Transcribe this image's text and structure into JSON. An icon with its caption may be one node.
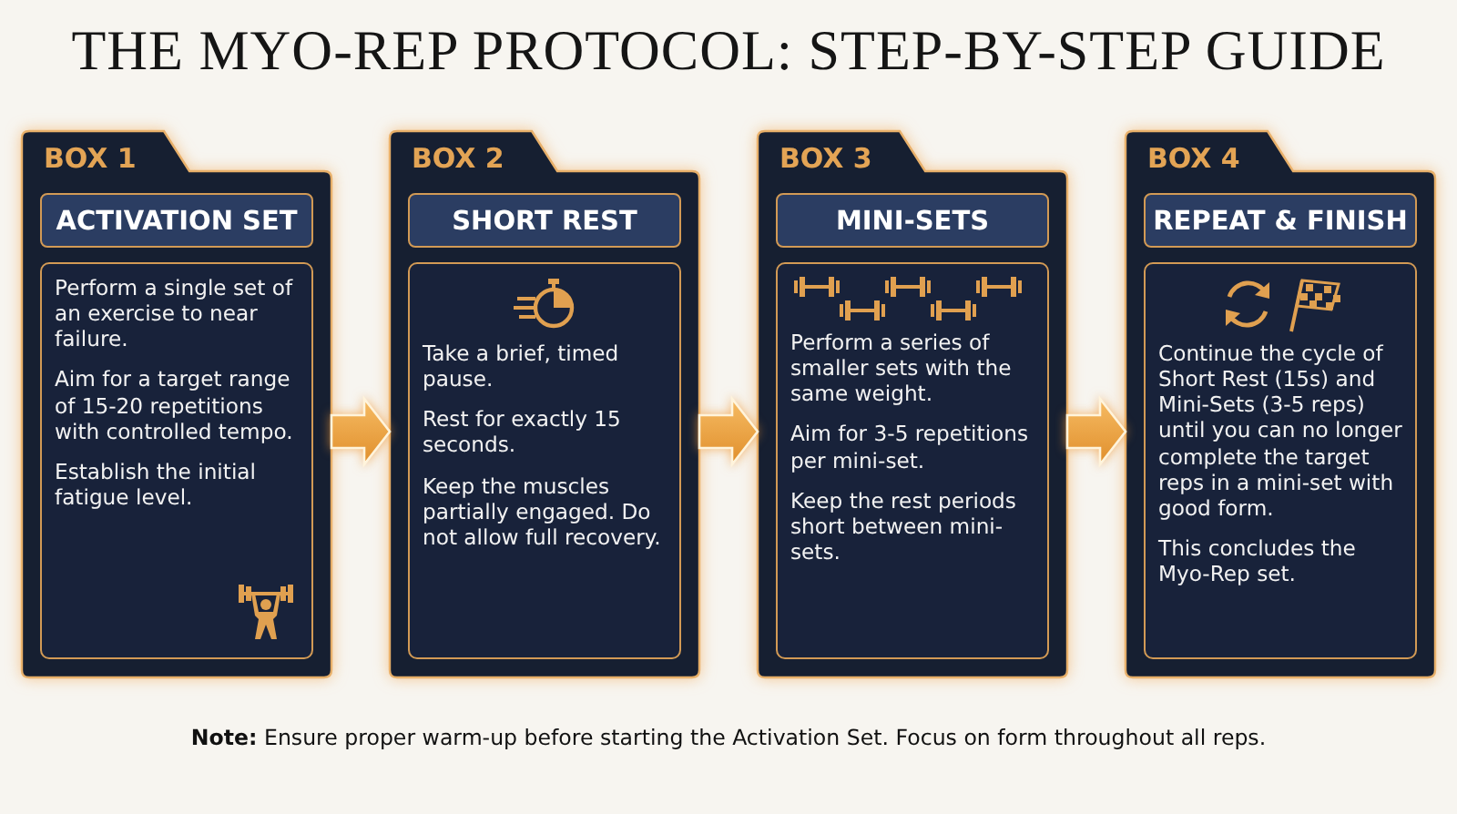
{
  "diagram": {
    "title": "THE MYO-REP PROTOCOL: STEP-BY-STEP GUIDE",
    "nodes": [
      {
        "text": [
          "BOX 1",
          "ACTIVATION SET",
          "Perform a single set of an exercise to near failure.",
          "Aim for a target range of 15-20 repetitions with controlled tempo.",
          "Establish the initial fatigue level."
        ]
      },
      {
        "text": [
          "BOX 2",
          "SHORT REST",
          "Take a brief, timed pause.",
          "Rest for exactly 15 seconds.",
          "Keep the muscles partially engaged. Do not allow full recovery."
        ]
      },
      {
        "text": [
          "BOX 3",
          "MINI-SETS",
          "Perform a series of smaller sets with the same weight.",
          "Aim for 3-5 repetitions per mini-set.",
          "Keep the rest periods short between mini-sets."
        ]
      },
      {
        "text": [
          "BOX 4",
          "REPEAT & FINISH",
          "Continue the cycle of Short Rest (15s) and Mini-Sets (3-5 reps) until you can no longer complete the target reps in a mini-set with good form.",
          "This concludes the Myo-Rep set."
        ]
      }
    ],
    "edges": [
      {
        "from": 0,
        "to": 1,
        "arrow": "to"
      },
      {
        "from": 1,
        "to": 2,
        "arrow": "to"
      },
      {
        "from": 2,
        "to": 3,
        "arrow": "to"
      }
    ],
    "labels": [
      "**Note:** Ensure proper warm-up before starting the Activation Set. Focus on form throughout all reps."
    ]
  }
}
